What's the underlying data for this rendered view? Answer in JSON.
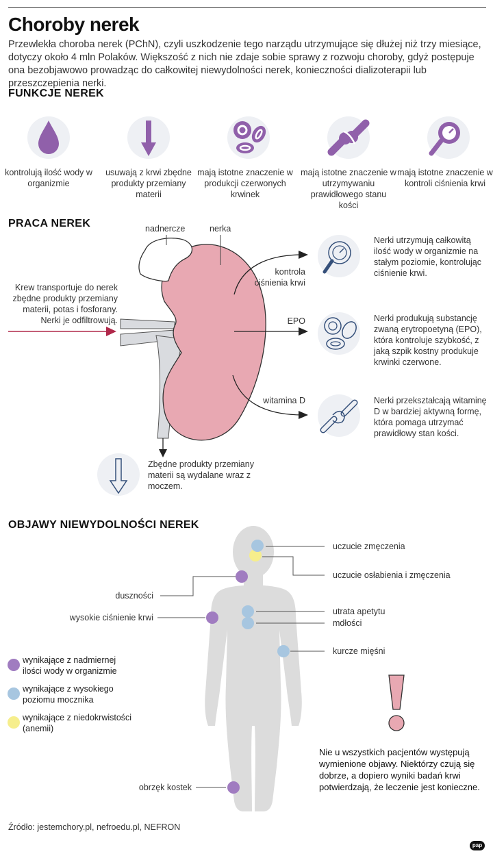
{
  "title": "Choroby nerek",
  "lead": "Przewlekła choroba nerek (PChN), czyli uszkodzenie tego narządu utrzymujące się dłużej niż trzy miesiące, dotyczy około 4 mln Polaków. Większość z nich nie zdaje sobie sprawy z rozwoju choroby, gdyż postępuje ona bezobjawowo prowadząc do całkowitej niewydolności nerek, konieczności dializoterapii lub przeszczepienia nerki.",
  "functions": {
    "heading": "FUNKCJE NEREK",
    "items": [
      {
        "label": "kontrolują ilość wody w organizmie",
        "icon": "water-drop-icon"
      },
      {
        "label": "usuwają z krwi zbędne produkty przemiany materii",
        "icon": "down-arrow-icon"
      },
      {
        "label": "mają istotne znaczenie w produkcji czerwonych krwinek",
        "icon": "blood-cells-icon"
      },
      {
        "label": "mają istotne znaczenie w utrzymywaniu prawidłowego stanu kości",
        "icon": "bone-joint-icon"
      },
      {
        "label": "mają istotne znaczenie w kontroli ciśnienia krwi",
        "icon": "blood-pressure-gauge-icon"
      }
    ]
  },
  "work": {
    "heading": "PRACA NEREK",
    "adrenal_label": "nadnercze",
    "kidney_label": "nerka",
    "blood_in": "Krew transportuje do nerek zbędne produkty przemiany materii, potas i fosforany. Nerki je odfiltrowują.",
    "outputs": [
      {
        "label": "kontrola ciśnienia krwi",
        "desc": "Nerki utrzymują całkowitą ilość wody w organizmie na stałym poziomie, kontrolując ciśnienie krwi.",
        "icon": "blood-pressure-gauge-icon"
      },
      {
        "label": "EPO",
        "desc": "Nerki produkują substancję zwaną erytropoetyną (EPO), która kontroluje szybkość, z jaką szpik kostny produkuje krwinki czerwone.",
        "icon": "blood-cells-icon"
      },
      {
        "label": "witamina D",
        "desc": "Nerki przekształcają witaminę D w bardziej aktywną formę, która pomaga utrzymać prawidłowy stan kości.",
        "icon": "bone-joint-icon"
      }
    ],
    "waste": "Zbędne produkty przemiany materii są wydalane wraz z moczem."
  },
  "symptoms": {
    "heading": "OBJAWY NIEWYDOLNOŚCI NEREK",
    "right": [
      "uczucie zmęczenia",
      "uczucie osłabienia i zmęczenia",
      "utrata apetytu",
      "mdłości",
      "kurcze mięśni"
    ],
    "left": [
      "duszności",
      "wysokie ciśnienie krwi",
      "obrzęk kostek"
    ],
    "legend": [
      {
        "label": "wynikające z nadmiernej ilości wody w organizmie",
        "color": "#a07cc0"
      },
      {
        "label": "wynikające z wysokiego poziomu mocznika",
        "color": "#a7c6e0"
      },
      {
        "label": "wynikające z niedokrwistości (anemii)",
        "color": "#f6ee8c"
      }
    ],
    "note": "Nie u wszystkich pacjentów występują wymienione objawy. Niektórzy czują się dobrze, a dopiero wyniki badań krwi potwierdzają, że leczenie jest konieczne."
  },
  "source": "Źródło: jestemchory.pl, nefroedu.pl, NEFRON",
  "logo": "pap",
  "colors": {
    "accent": "#8d5ba8",
    "kidney": "#e8a8b2",
    "blood_arrow": "#b0284a"
  }
}
